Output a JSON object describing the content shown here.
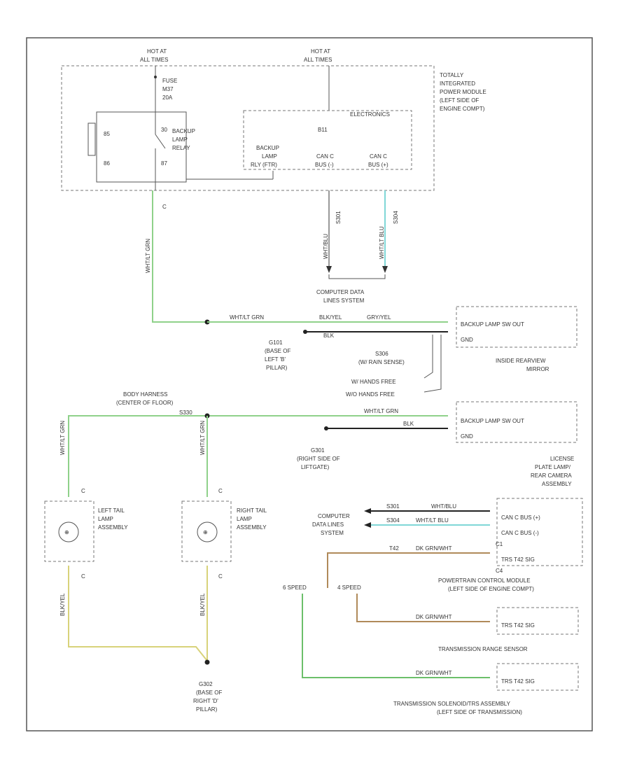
{
  "figure_id": "",
  "modules": {
    "tipm": {
      "lines": [
        "TOTALLY",
        "INTEGRATED",
        "POWER MODULE",
        "(LEFT SIDE OF",
        "ENGINE COMPT)"
      ]
    },
    "hot_left": {
      "lines": [
        "HOT AT",
        "ALL TIMES"
      ]
    },
    "hot_right": {
      "lines": [
        "HOT AT",
        "ALL TIMES"
      ]
    },
    "fuse": {
      "lines": [
        "FUSE",
        "M37",
        "20A"
      ]
    },
    "relay": {
      "lines": [
        "BACKUP",
        "LAMP",
        "RELAY"
      ],
      "pins": [
        "85",
        "30",
        "86",
        "87"
      ]
    },
    "electronics": {
      "title": "ELECTRONICS",
      "code": "B11",
      "relay_output": [
        "BACKUP",
        "LAMP",
        "RLY (FTR)"
      ],
      "can_low": [
        "CAN C",
        "BUS (-)"
      ],
      "can_high": [
        "CAN C",
        "BUS (+)"
      ]
    },
    "connector_c": "C",
    "computer_data_top": [
      "COMPUTER DATA",
      "LINES SYSTEM"
    ],
    "splice_g101": {
      "id": "G101",
      "lines": [
        "(BASE OF",
        "LEFT 'B'",
        "PILLAR)"
      ]
    },
    "splice_s306": {
      "id": "S306",
      "lines": [
        "(W/ RAIN SENSE)"
      ]
    },
    "mirror": {
      "pin1": "BACKUP LAMP SW OUT",
      "pin2": "GND",
      "name": [
        "INSIDE REARVIEW",
        "MIRROR"
      ]
    },
    "hands_free": [
      "W/ HANDS FREE",
      "W/O HANDS FREE"
    ],
    "body_harness": [
      "BODY HARNESS",
      "(CENTER OF FLOOR)"
    ],
    "s330": "S330",
    "camera": {
      "pin1": "BACKUP LAMP SW OUT",
      "pin2": "GND",
      "name": [
        "LICENSE",
        "PLATE LAMP/",
        "REAR CAMERA",
        "ASSEMBLY"
      ]
    },
    "g301": {
      "id": "G301",
      "lines": [
        "(RIGHT SIDE OF",
        "LIFTGATE)"
      ]
    },
    "left_tail": {
      "lines": [
        "LEFT TAIL",
        "LAMP",
        "ASSEMBLY"
      ]
    },
    "right_tail": {
      "lines": [
        "RIGHT TAIL",
        "LAMP",
        "ASSEMBLY"
      ]
    },
    "computer_data_bottom": [
      "COMPUTER",
      "DATA LINES",
      "SYSTEM"
    ],
    "pcm": {
      "pin1": "CAN C BUS (+)",
      "pin2": "CAN C BUS (-)",
      "pin3": "TRS T42 SIG",
      "c1": "C1",
      "c4": "C4",
      "name": [
        "POWERTRAIN CONTROL MODULE",
        "(LEFT SIDE OF ENGINE COMPT)"
      ]
    },
    "trs": {
      "pin": "TRS T42 SIG",
      "name": [
        "TRANSMISSION RANGE SENSOR"
      ]
    },
    "solenoid": {
      "pin": "TRS T42 SIG",
      "name": [
        "TRANSMISSION SOLENOID/TRS ASSEMBLY",
        "(LEFT SIDE OF TRANSMISSION)"
      ]
    },
    "speeds": [
      "6 SPEED",
      "4 SPEED"
    ],
    "g302": {
      "id": "G302",
      "lines": [
        "(BASE OF",
        "RIGHT 'D'",
        "PILLAR)"
      ]
    }
  },
  "wires": {
    "wt_lt_grn": "WHT/LT GRN",
    "blk_yel": "BLK/YEL",
    "gry_yel": "GRY/YEL",
    "blk": "BLK",
    "wht_blu": "WHT/BLU",
    "wht_lt_blu": "WHT/LT BLU",
    "s301": "S301",
    "s304": "S304",
    "dk_grn_wht": "DK GRN/WHT",
    "t42": "T42"
  },
  "colors": {
    "green": "#8fd18a",
    "blue": "#7fd6d6",
    "yellow": "#d8d27a",
    "brown": "#b08a5a"
  }
}
